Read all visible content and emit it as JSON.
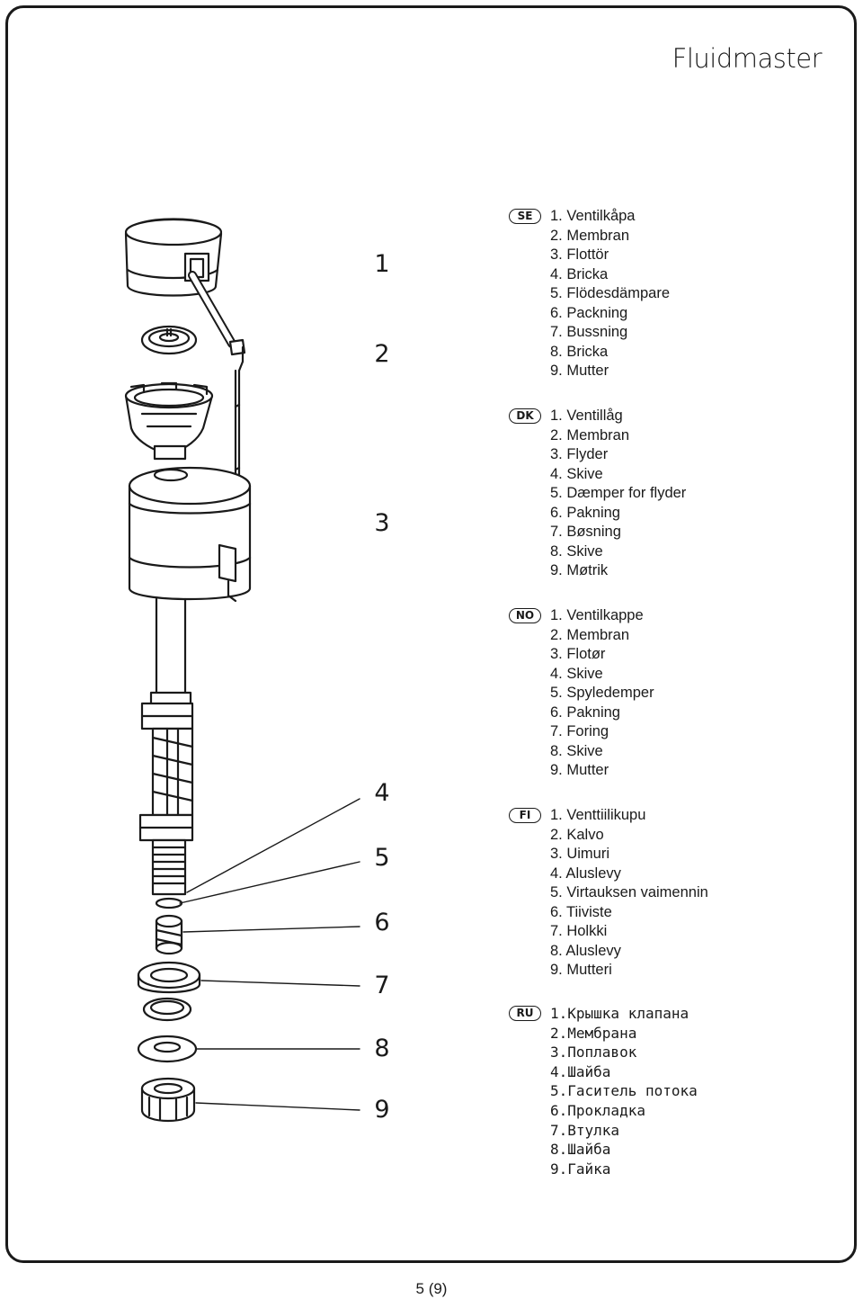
{
  "header": {
    "brand": "Fluidmaster"
  },
  "callouts": [
    "1",
    "2",
    "3",
    "4",
    "5",
    "6",
    "7",
    "8",
    "9"
  ],
  "languages": [
    {
      "code": "SE",
      "items": [
        "1. Ventilkåpa",
        "2. Membran",
        "3. Flottör",
        "4. Bricka",
        "5. Flödesdämpare",
        "6. Packning",
        "7. Bussning",
        "8. Bricka",
        "9. Mutter"
      ]
    },
    {
      "code": "DK",
      "items": [
        "1. Ventillåg",
        "2. Membran",
        "3. Flyder",
        "4. Skive",
        "5. Dæmper for flyder",
        "6. Pakning",
        "7. Bøsning",
        "8. Skive",
        "9. Møtrik"
      ]
    },
    {
      "code": "NO",
      "items": [
        "1. Ventilkappe",
        "2. Membran",
        "3. Flotør",
        "4. Skive",
        "5. Spyledemper",
        "6. Pakning",
        "7. Foring",
        "8. Skive",
        "9. Mutter"
      ]
    },
    {
      "code": "FI",
      "items": [
        "1. Venttiilikupu",
        "2. Kalvo",
        "3. Uimuri",
        "4. Aluslevy",
        "5. Virtauksen vaimennin",
        "6. Tiiviste",
        "7. Holkki",
        "8. Aluslevy",
        "9. Mutteri"
      ]
    },
    {
      "code": "RU",
      "items": [
        "1.Крышка клапана",
        "2.Мембрана",
        "3.Поплавок",
        "4.Шайба",
        "5.Гаситель потока",
        "6.Прокладка",
        "7.Втулка",
        "8.Шайба",
        "9.Гайка"
      ]
    }
  ],
  "footer": {
    "page": "5 (9)"
  }
}
